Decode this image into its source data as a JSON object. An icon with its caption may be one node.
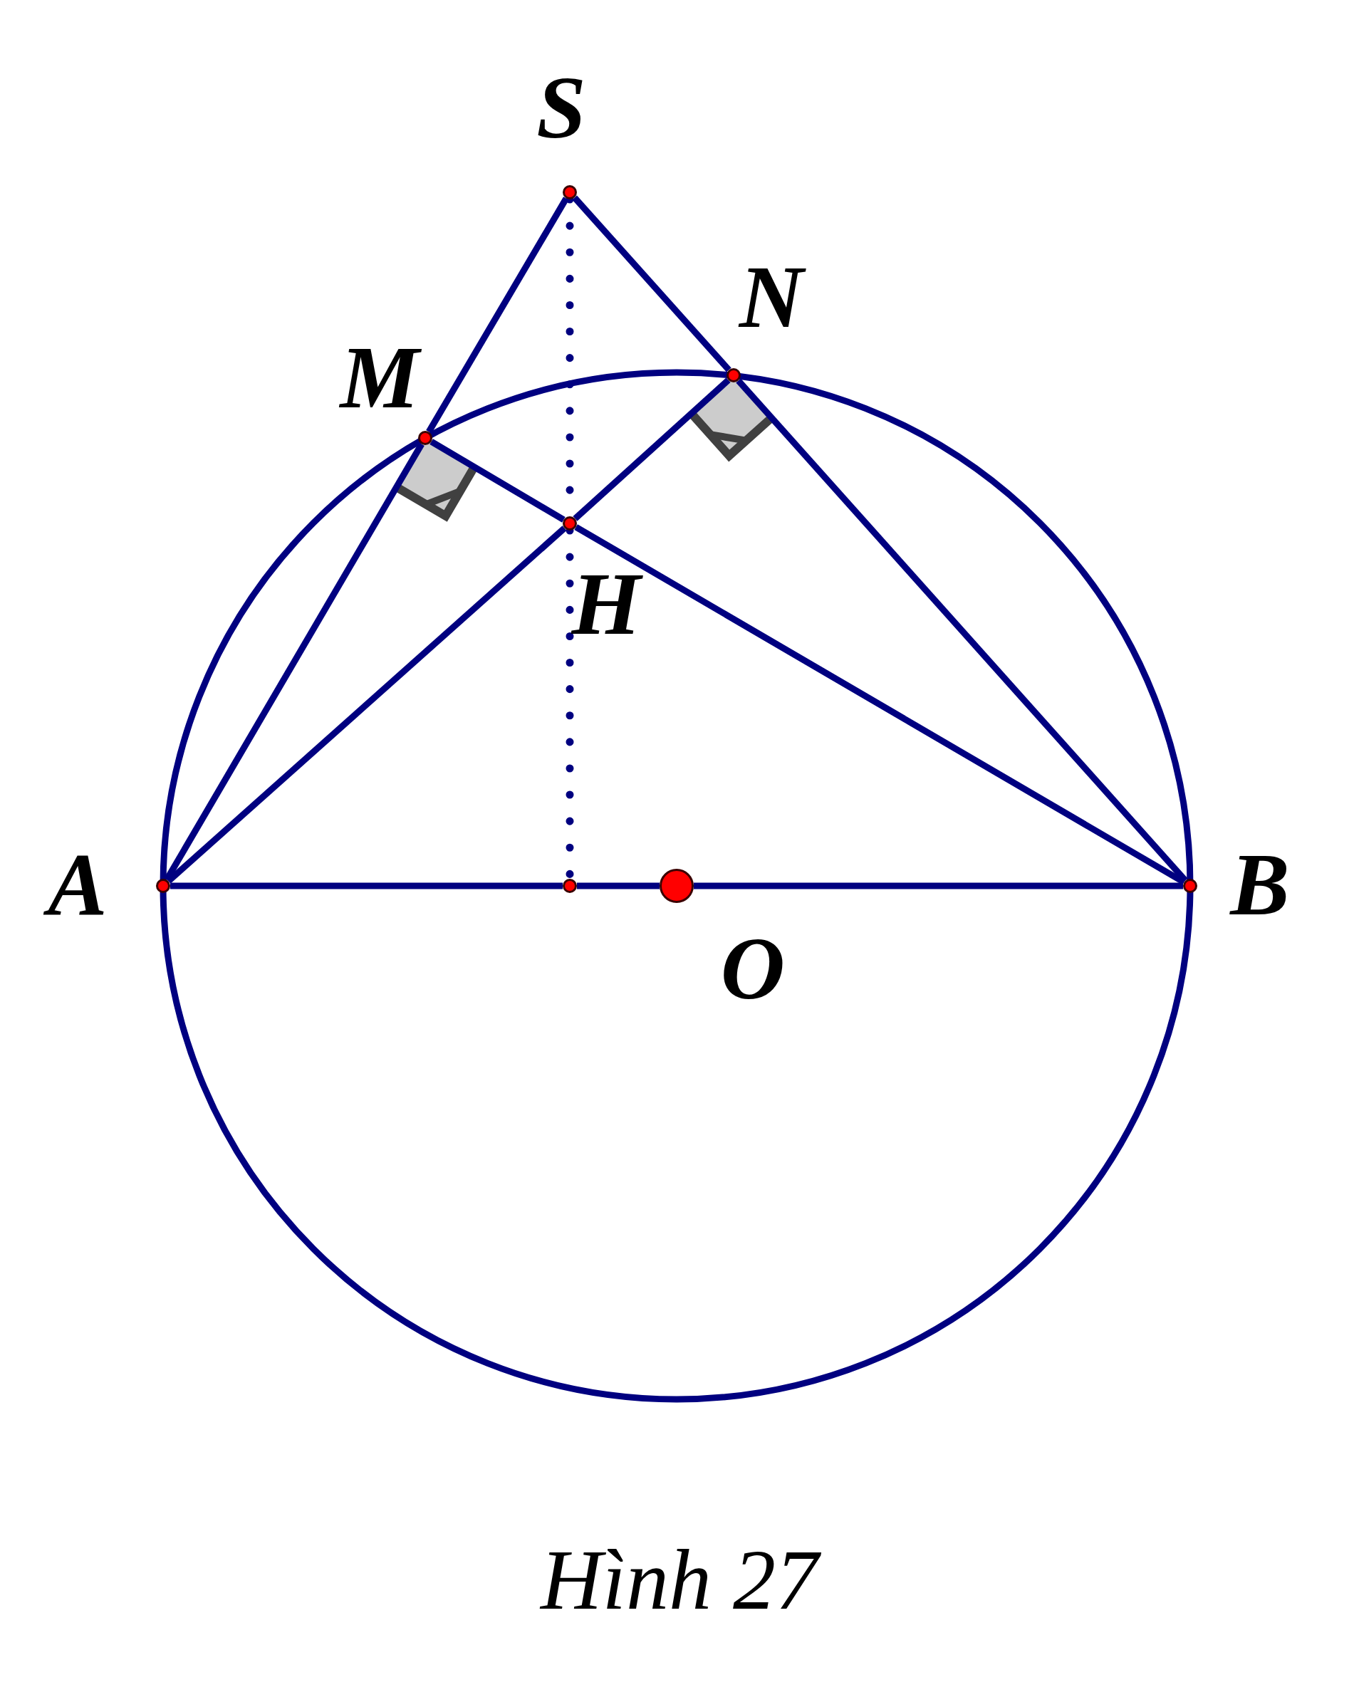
{
  "diagram": {
    "caption": "Hình 27",
    "nodes": [
      {
        "text": [],
        "shape": "circle"
      },
      {
        "text": [],
        "shape": "circle"
      },
      {
        "text": [],
        "shape": "circle"
      },
      {
        "text": [],
        "shape": "circle"
      },
      {
        "text": [],
        "shape": "circle"
      },
      {
        "text": [],
        "shape": "circle"
      },
      {
        "text": [],
        "shape": "circle"
      },
      {
        "text": [],
        "shape": "circle"
      }
    ],
    "edges": [
      {
        "from": 0,
        "to": 2,
        "arrow": "none"
      },
      {
        "from": 2,
        "to": 4,
        "arrow": "none"
      },
      {
        "from": 0,
        "to": 1,
        "arrow": "none"
      },
      {
        "from": 1,
        "to": 7,
        "arrow": "none"
      },
      {
        "from": 4,
        "to": 3,
        "arrow": "none"
      },
      {
        "from": 3,
        "to": 1,
        "arrow": "none"
      },
      {
        "from": 2,
        "to": 3,
        "arrow": "none"
      },
      {
        "from": 3,
        "to": 7,
        "arrow": "none"
      },
      {
        "from": 4,
        "to": 5,
        "arrow": "none"
      },
      {
        "from": 5,
        "to": 6,
        "arrow": "none"
      },
      {
        "from": 6,
        "to": 7,
        "arrow": "none"
      },
      {
        "from": 0,
        "to": 3,
        "arrow": "none",
        "style": "dashed"
      },
      {
        "from": 3,
        "to": 5,
        "arrow": "none",
        "style": "dashed"
      }
    ],
    "labels": [
      "S",
      "N",
      "M",
      "H",
      "A",
      "B",
      "O"
    ]
  }
}
